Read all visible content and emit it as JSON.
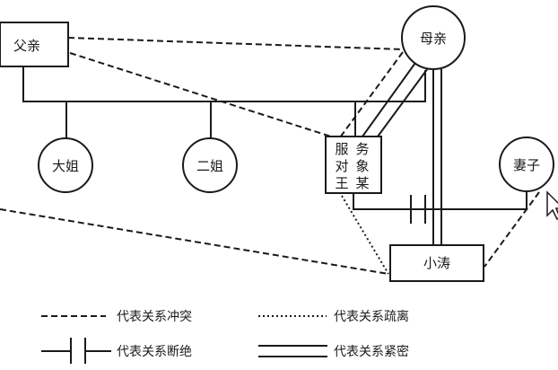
{
  "nodes": {
    "father": "父亲",
    "mother": "母亲",
    "eldest_sister": "大姐",
    "second_sister": "二姐",
    "client_line1": "服务",
    "client_line2": "对象",
    "client_line3": "王某",
    "client_col1": [
      "服",
      "对",
      "王"
    ],
    "client_col2": [
      "务",
      "象",
      "某"
    ],
    "wife": "妻子",
    "son": "小涛"
  },
  "legend": {
    "conflict": "代表关系冲突",
    "distant": "代表关系疏离",
    "cutoff": "代表关系断绝",
    "close": "代表关系紧密"
  },
  "relations": [
    {
      "from": "父亲",
      "to": "母亲",
      "type": "conflict"
    },
    {
      "from": "父亲",
      "to": "服务对象王某",
      "type": "conflict"
    },
    {
      "from": "母亲",
      "to": "服务对象王某",
      "type": "conflict"
    },
    {
      "from": "母亲",
      "to": "服务对象王某",
      "type": "close"
    },
    {
      "from": "母亲",
      "to": "小涛",
      "type": "close"
    },
    {
      "from": "服务对象王某",
      "to": "小涛",
      "type": "distant"
    },
    {
      "from": "服务对象王某",
      "to": "妻子",
      "type": "cutoff"
    },
    {
      "from": "妻子",
      "to": "小涛",
      "type": "conflict"
    },
    {
      "from": "off-canvas",
      "to": "小涛",
      "type": "conflict"
    }
  ]
}
